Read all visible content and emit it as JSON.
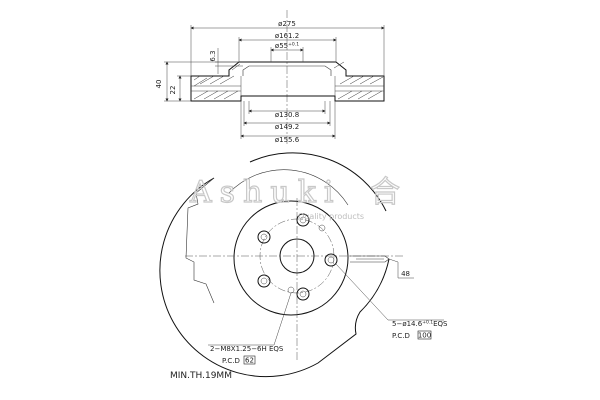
{
  "side_view": {
    "d_outer": "ø275",
    "d_hat": "ø161.2",
    "d_center": "ø55",
    "d_center_tol": "+0.1",
    "t_flange": "6.3",
    "height": "40",
    "thickness": "22",
    "d_inner_1": "ø130.8",
    "d_inner_2": "ø149.2",
    "d_inner_3": "ø155.6"
  },
  "front_view": {
    "vent_count": "48",
    "hole_spec_prefix": "5−ø14.6",
    "hole_spec_tol": "+0.1",
    "hole_spec_suffix": "EQS",
    "hole_pcd_label": "P.C.D",
    "hole_pcd_value": "100",
    "thread_spec": "2−M8X1.25−6H EQS",
    "thread_pcd_label": "P.C.D",
    "thread_pcd_value": "62",
    "min_thickness": "MIN.TH.19MM"
  },
  "watermark": {
    "brand": "Ashuki",
    "brand_mark": "合",
    "tagline": "Quality products"
  },
  "colors": {
    "line": "#111111",
    "watermark": "#c8c8c8"
  }
}
